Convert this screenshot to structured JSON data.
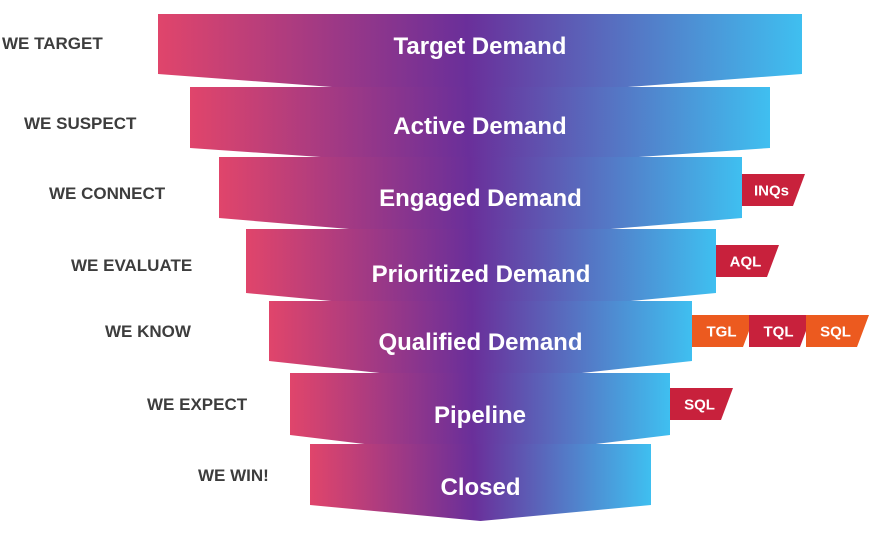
{
  "colors": {
    "gradient_left": "#e0456b",
    "gradient_mid": "#6a2f9a",
    "gradient_right": "#3fbff0",
    "tag_red": "#c8213c",
    "tag_orange": "#ec5a1f",
    "side_label": "#3d3d3d",
    "stage_text": "#ffffff"
  },
  "stages": [
    {
      "side_label": "WE TARGET",
      "label": "Target Demand",
      "tags": []
    },
    {
      "side_label": "WE SUSPECT",
      "label": "Active Demand",
      "tags": []
    },
    {
      "side_label": "WE CONNECT",
      "label": "Engaged Demand",
      "tags": [
        {
          "text": "INQs",
          "color": "#c8213c"
        }
      ]
    },
    {
      "side_label": "WE EVALUATE",
      "label": "Prioritized Demand",
      "tags": [
        {
          "text": "AQL",
          "color": "#c8213c"
        }
      ]
    },
    {
      "side_label": "WE KNOW",
      "label": "Qualified Demand",
      "tags": [
        {
          "text": "TGL",
          "color": "#ec5a1f"
        },
        {
          "text": "TQL",
          "color": "#c8213c"
        },
        {
          "text": "SQL",
          "color": "#ec5a1f"
        }
      ]
    },
    {
      "side_label": "WE EXPECT",
      "label": "Pipeline",
      "tags": [
        {
          "text": "SQL",
          "color": "#c8213c"
        }
      ]
    },
    {
      "side_label": "WE WIN!",
      "label": "Closed",
      "tags": []
    }
  ]
}
